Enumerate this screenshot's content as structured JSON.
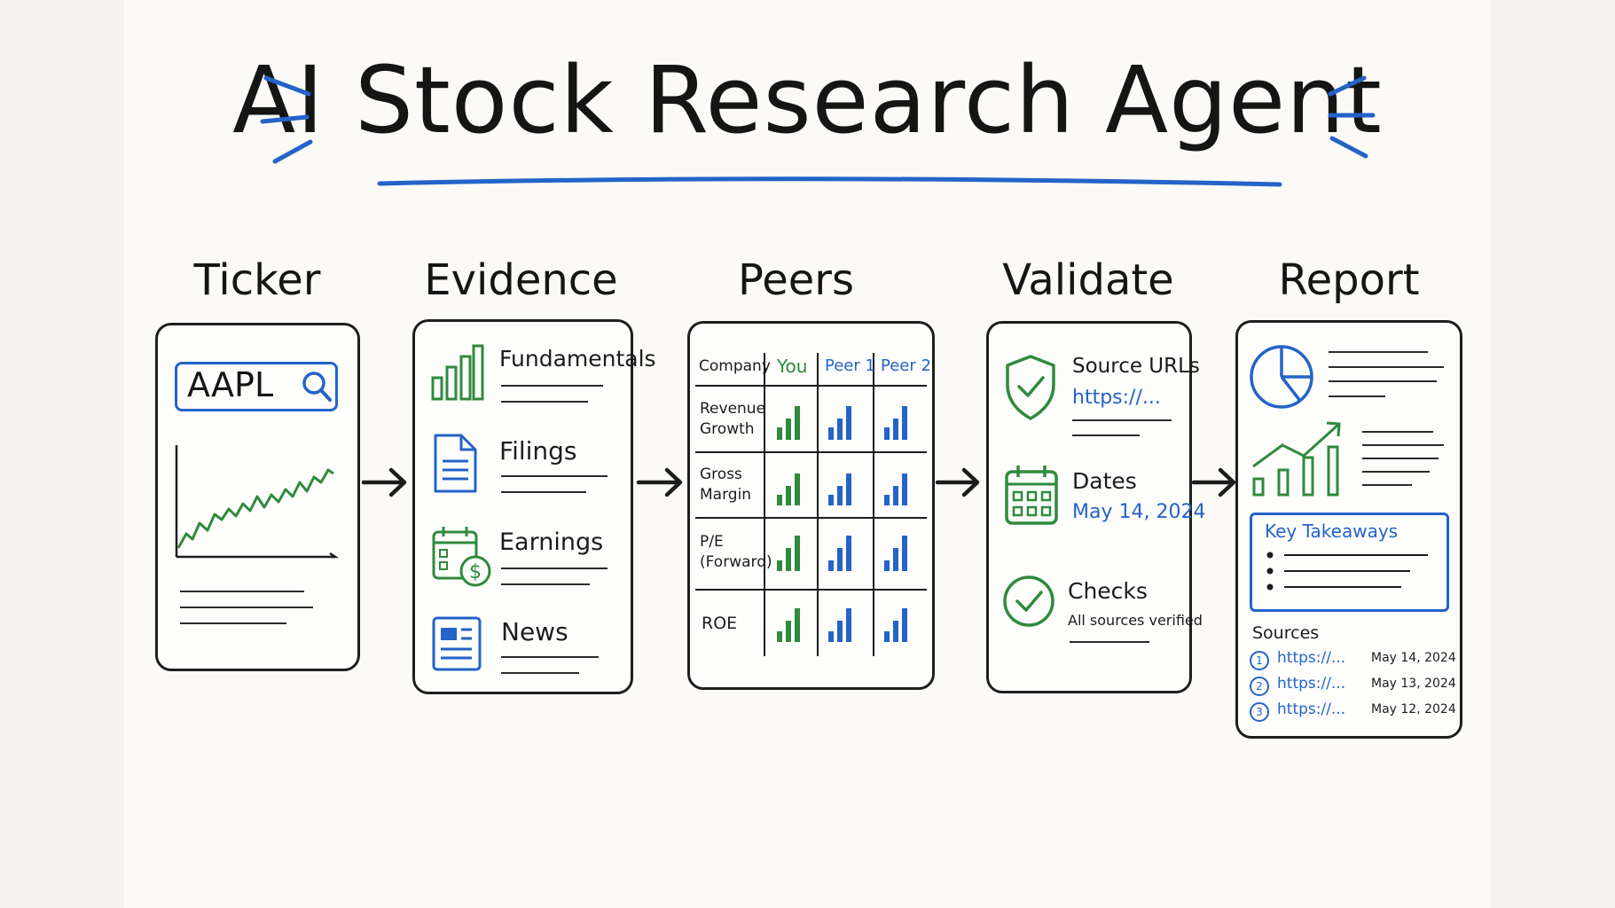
{
  "title": "AI Stock Research Agent",
  "colors": {
    "ink": "#1c1c1c",
    "blue": "#2463c9",
    "green": "#2f8a3c"
  },
  "stages": {
    "ticker": {
      "title": "Ticker",
      "search_value": "AAPL"
    },
    "evidence": {
      "title": "Evidence",
      "items": [
        "Fundamentals",
        "Filings",
        "Earnings",
        "News"
      ]
    },
    "peers": {
      "title": "Peers",
      "headers": [
        "Company",
        "You",
        "Peer 1",
        "Peer 2"
      ],
      "rows": [
        "Revenue Growth",
        "Gross Margin",
        "P/E (Forward)",
        "ROE"
      ]
    },
    "validate": {
      "title": "Validate",
      "source_label": "Source URLs",
      "source_value": "https://...",
      "dates_label": "Dates",
      "dates_value": "May 14, 2024",
      "checks_label": "Checks",
      "checks_value": "All sources verified"
    },
    "report": {
      "title": "Report",
      "takeaways_label": "Key Takeaways",
      "sources_label": "Sources",
      "sources": [
        {
          "num": "1",
          "url": "https://...",
          "date": "May 14, 2024"
        },
        {
          "num": "2",
          "url": "https://...",
          "date": "May 13, 2024"
        },
        {
          "num": "3",
          "url": "https://...",
          "date": "May 12, 2024"
        }
      ]
    }
  }
}
